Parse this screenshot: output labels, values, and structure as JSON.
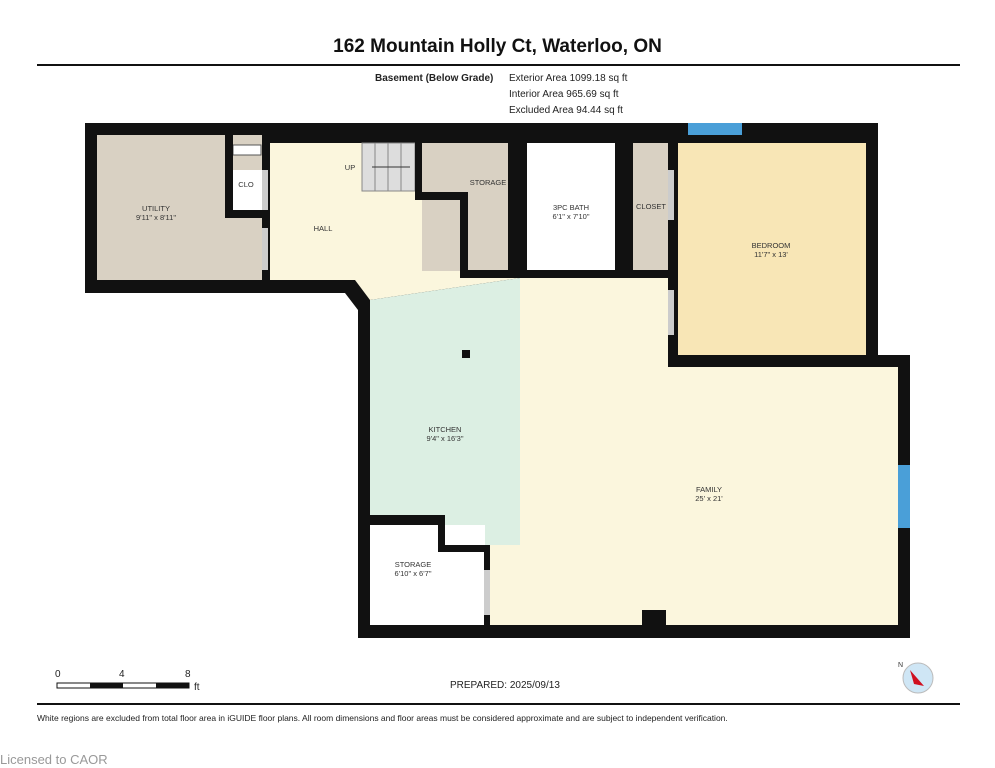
{
  "title": "162 Mountain Holly Ct, Waterloo, ON",
  "level": "Basement (Below Grade)",
  "areas": [
    "Exterior Area 1099.18 sq ft",
    "Interior Area 965.69 sq ft",
    "Excluded Area 94.44 sq ft"
  ],
  "rooms": {
    "utility": {
      "name": "UTILITY",
      "dims": "9'11\" x 8'11\""
    },
    "clo": {
      "name": "CLO"
    },
    "hall": {
      "name": "HALL"
    },
    "up": {
      "name": "UP"
    },
    "storage_top": {
      "name": "STORAGE"
    },
    "bath": {
      "name": "3PC BATH",
      "dims": "6'1\" x 7'10\""
    },
    "closet": {
      "name": "CLOSET"
    },
    "bedroom": {
      "name": "BEDROOM",
      "dims": "11'7\" x 13'"
    },
    "kitchen": {
      "name": "KITCHEN",
      "dims": "9'4\" x 16'3\""
    },
    "family": {
      "name": "FAMILY",
      "dims": "25' x 21'"
    },
    "storage_bottom": {
      "name": "STORAGE",
      "dims": "6'10\" x 6'7\""
    }
  },
  "scale": {
    "ticks": [
      "0",
      "4",
      "8"
    ],
    "unit": "ft"
  },
  "prepared": "PREPARED: 2025/09/13",
  "compass_label": "N",
  "disclaimer": "White regions are excluded from total floor area in iGUIDE floor plans. All room dimensions and floor areas must be considered approximate and are subject to independent verification.",
  "license": "Licensed to CAOR",
  "colors": {
    "wall": "#111111",
    "utility": "#d9d1c3",
    "hall": "#fbf6dd",
    "kitchen": "#dcefe3",
    "bedroom": "#f8e6b6",
    "window": "#4a9fd8"
  }
}
